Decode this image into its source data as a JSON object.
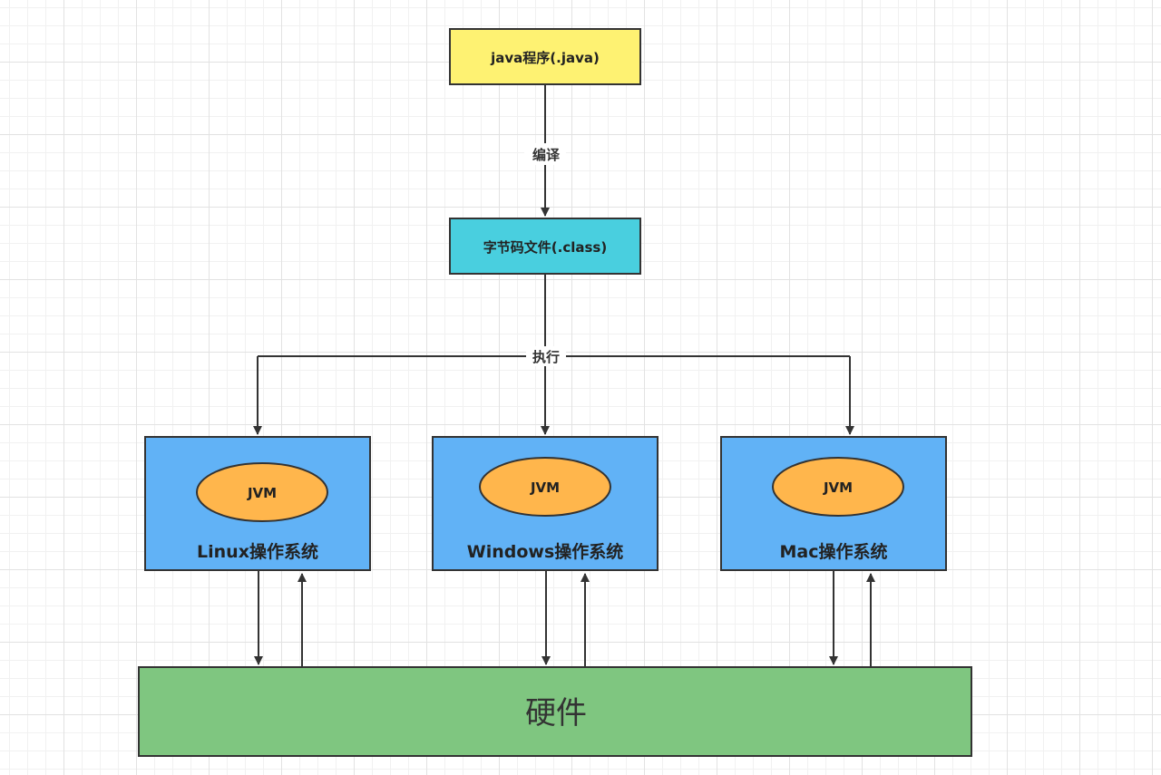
{
  "source": {
    "label": "java程序(.java)",
    "color": "#fef272"
  },
  "compile_label": "编译",
  "bytecode": {
    "label": "字节码文件(.class)",
    "color": "#49cfdf"
  },
  "execute_label": "执行",
  "os_color": "#61b2f6",
  "jvm_color": "#ffb64c",
  "platforms": [
    {
      "jvm": "JVM",
      "os": "Linux操作系统"
    },
    {
      "jvm": "JVM",
      "os": "Windows操作系统"
    },
    {
      "jvm": "JVM",
      "os": "Mac操作系统"
    }
  ],
  "hardware": {
    "label": "硬件",
    "color": "#7fc680"
  }
}
